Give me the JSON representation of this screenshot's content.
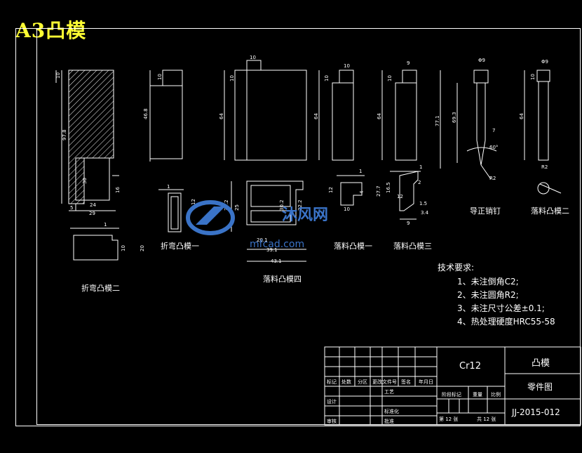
{
  "title": "A3凸模",
  "part_labels": {
    "bend_punch_2": "折弯凸模二",
    "bend_punch_1": "折弯凸模一",
    "blank_punch_4": "落料凸模四",
    "blank_punch_1": "落料凸模一",
    "blank_punch_3": "落料凸模三",
    "guide_pin": "导正销钉",
    "blank_punch_2": "落料凸模二"
  },
  "dimensions": {
    "d_10a": "10",
    "d_97_8": "97.8",
    "d_30": "30",
    "d_16": "16",
    "d_24": "24",
    "d_5": "5",
    "d_29": "29",
    "d_1a": "1",
    "d_10b": "10",
    "d_20": "20",
    "d_10c": "10",
    "d_46_8": "46.8",
    "d_10d": "10",
    "d_10e": "10",
    "d_64a": "64",
    "d_10f": "10",
    "d_10g": "10",
    "d_64b": "64",
    "d_9a": "9",
    "d_10h": "10",
    "d_64c": "64",
    "d_phi9a": "Φ9",
    "d_77_1": "77.1",
    "d_69_3": "69.3",
    "d_7": "7",
    "d_60deg": "60°",
    "d_r2": "R2",
    "d_phi9b": "Φ9",
    "d_10i": "10",
    "d_64d": "64",
    "d_r2b": "R2",
    "d_1b": "1",
    "d_12": "12",
    "d_37_2": "37.2",
    "d_25": "25",
    "d_30_2": "30.2",
    "d_22_2": "22.2",
    "d_20_1": "20.1",
    "d_39_1": "39.1",
    "d_43_1": "43.1",
    "d_1c": "1",
    "d_12b": "12",
    "d_10j": "10",
    "d_4": "4",
    "d_1d": "1",
    "d_27_7": "27.7",
    "d_16_5": "16.5",
    "d_3_4": "3.4",
    "d_9b": "9",
    "d_12c": "12",
    "d_2": "2",
    "d_1_5": "1.5"
  },
  "technical_requirements": {
    "heading": "技术要求:",
    "items": [
      "1、未注倒角C2;",
      "2、未注圆角R2;",
      "3、未注尺寸公差±0.1;",
      "4、热处理硬度HRC55-58"
    ]
  },
  "title_block": {
    "material": "Cr12",
    "part_name": "凸模",
    "drawing_type": "零件图",
    "drawing_no": "JJ-2015-012",
    "sheet_total": "共 12 张",
    "sheet_no": "第 12 张",
    "row_labels": [
      "标记",
      "设计",
      "审核",
      "工艺"
    ],
    "col_labels": [
      "处数",
      "分区",
      "更改文件号",
      "签名",
      "年月日"
    ],
    "cells": [
      "标准化",
      "批准",
      "阶段标记",
      "重量",
      "比例"
    ]
  },
  "watermark": {
    "brand": "沐风网",
    "url": "mfcad.com"
  }
}
